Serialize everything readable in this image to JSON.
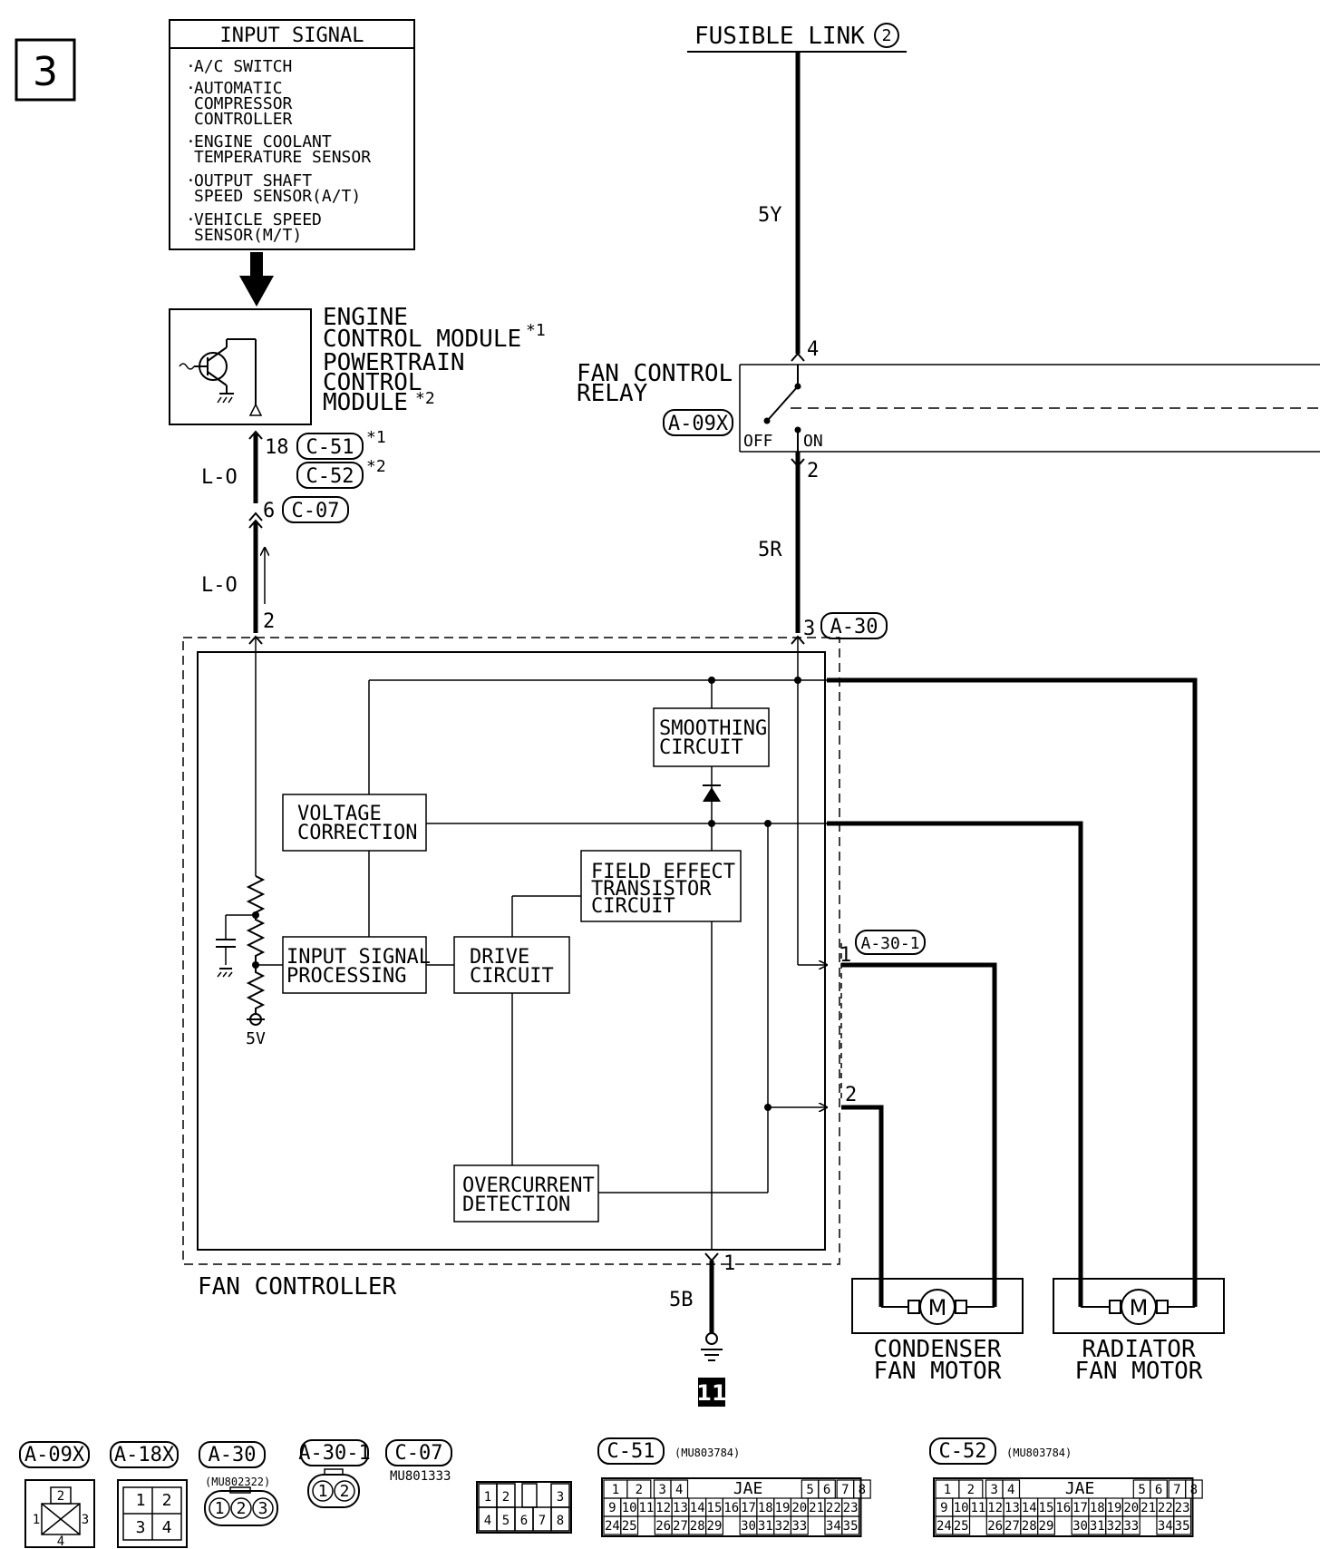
{
  "page_number": "3",
  "input_signal": {
    "title": "INPUT SIGNAL",
    "items": [
      {
        "lines": [
          "A/C SWITCH"
        ]
      },
      {
        "lines": [
          "AUTOMATIC",
          "COMPRESSOR",
          "CONTROLLER"
        ]
      },
      {
        "lines": [
          "ENGINE COOLANT",
          "TEMPERATURE SENSOR"
        ]
      },
      {
        "lines": [
          "OUTPUT SHAFT",
          "SPEED SENSOR(A/T)"
        ]
      },
      {
        "lines": [
          "VEHICLE SPEED",
          "SENSOR(M/T)"
        ]
      }
    ]
  },
  "ecm": {
    "line1": "ENGINE",
    "line2": "CONTROL MODULE",
    "note1": "*1",
    "line3": "POWERTRAIN",
    "line4": "CONTROL",
    "line5": "MODULE",
    "note2": "*2"
  },
  "fusible_link": {
    "label": "FUSIBLE LINK",
    "number": "2"
  },
  "relay": {
    "line1": "FAN CONTROL",
    "line2": "RELAY",
    "connector": "A-09X",
    "off_label": "OFF",
    "on_label": "ON"
  },
  "wires": {
    "w5y": "5Y",
    "w5r": "5R",
    "lo_top": "L-O",
    "lo_bottom": "L-O",
    "w5b": "5B"
  },
  "pins": {
    "ecm_pin": "18",
    "c51": "C-51",
    "c51_note": "*1",
    "c52": "C-52",
    "c52_note": "*2",
    "c07_pin": "6",
    "c07": "C-07",
    "fc_input_pin": "2",
    "relay_top_pin": "4",
    "relay_bottom_pin": "2",
    "a30_pin": "3",
    "a30": "A-30",
    "a301_pin1": "1",
    "a301": "A-30-1",
    "a301_pin2": "2",
    "ground_pin": "1"
  },
  "fan_controller": {
    "label": "FAN CONTROLLER",
    "blocks": {
      "smoothing": [
        "SMOOTHING",
        "CIRCUIT"
      ],
      "voltage": [
        "VOLTAGE",
        "CORRECTION"
      ],
      "fet": [
        "FIELD EFFECT",
        "TRANSISTOR",
        "CIRCUIT"
      ],
      "input_proc": [
        "INPUT SIGNAL",
        "PROCESSING"
      ],
      "drive": [
        "DRIVE",
        "CIRCUIT"
      ],
      "overcurrent": [
        "OVERCURRENT",
        "DETECTION"
      ]
    },
    "supply": "5V"
  },
  "ground": {
    "number": "11"
  },
  "motors": {
    "condenser": {
      "line1": "CONDENSER",
      "line2": "FAN MOTOR",
      "symbol": "M"
    },
    "radiator": {
      "line1": "RADIATOR",
      "line2": "FAN MOTOR",
      "symbol": "M"
    }
  },
  "connectors": {
    "a09x": {
      "label": "A-09X",
      "pins": [
        "2",
        "1",
        "3",
        "4"
      ]
    },
    "a18x": {
      "label": "A-18X",
      "pins": [
        "1",
        "2",
        "3",
        "4"
      ]
    },
    "a30": {
      "label": "A-30",
      "part": "(MU802322)",
      "pins": [
        "1",
        "2",
        "3"
      ]
    },
    "a301": {
      "label": "A-30-1",
      "pins": [
        "1",
        "2"
      ]
    },
    "c07": {
      "label": "C-07",
      "part": "MU801333",
      "pins": [
        "1",
        "2",
        "3",
        "4",
        "5",
        "6",
        "7",
        "8"
      ]
    },
    "c51": {
      "label": "C-51",
      "part": "(MU803784)",
      "brand": "JAE",
      "row1": [
        "1",
        "2",
        "3",
        "4",
        "5",
        "6",
        "7",
        "8"
      ],
      "row2": [
        "9",
        "10",
        "11",
        "12",
        "13",
        "14",
        "15",
        "16",
        "17",
        "18",
        "19",
        "20",
        "21",
        "22",
        "23"
      ],
      "row3": [
        "24",
        "25",
        "26",
        "27",
        "28",
        "29",
        "30",
        "31",
        "32",
        "33",
        "34",
        "35"
      ]
    },
    "c52": {
      "label": "C-52",
      "part": "(MU803784)",
      "brand": "JAE",
      "row1": [
        "1",
        "2",
        "3",
        "4",
        "5",
        "6",
        "7",
        "8"
      ],
      "row2": [
        "9",
        "10",
        "11",
        "12",
        "13",
        "14",
        "15",
        "16",
        "17",
        "18",
        "19",
        "20",
        "21",
        "22",
        "23"
      ],
      "row3": [
        "24",
        "25",
        "26",
        "27",
        "28",
        "29",
        "30",
        "31",
        "32",
        "33",
        "34",
        "35"
      ]
    }
  }
}
